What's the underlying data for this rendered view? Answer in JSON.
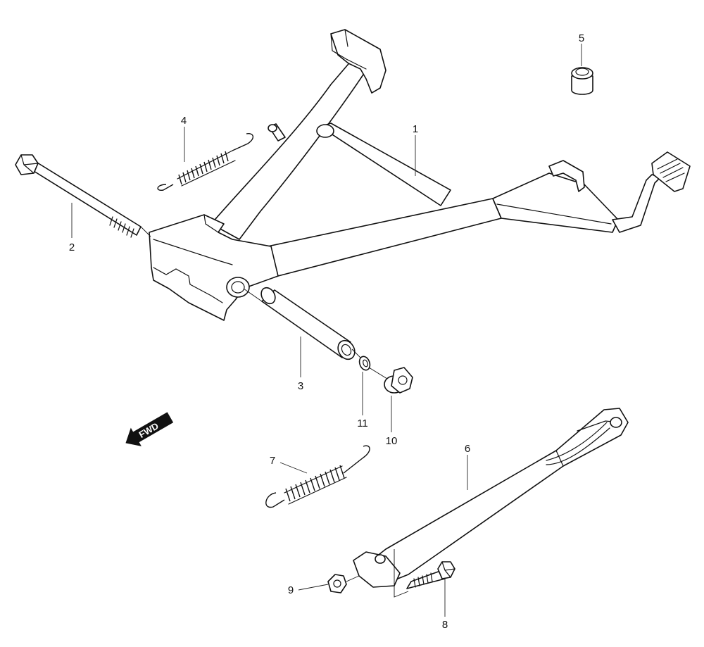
{
  "callouts": {
    "c1": "1",
    "c2": "2",
    "c3": "3",
    "c4": "4",
    "c5": "5",
    "c6": "6",
    "c7": "7",
    "c8": "8",
    "c9": "9",
    "c10": "10",
    "c11": "11"
  },
  "direction_arrow": {
    "label": "FWD",
    "icon": "forward-arrow-icon"
  },
  "colors": {
    "line": "#111111",
    "background": "#ffffff",
    "arrow_fill": "#111111"
  }
}
